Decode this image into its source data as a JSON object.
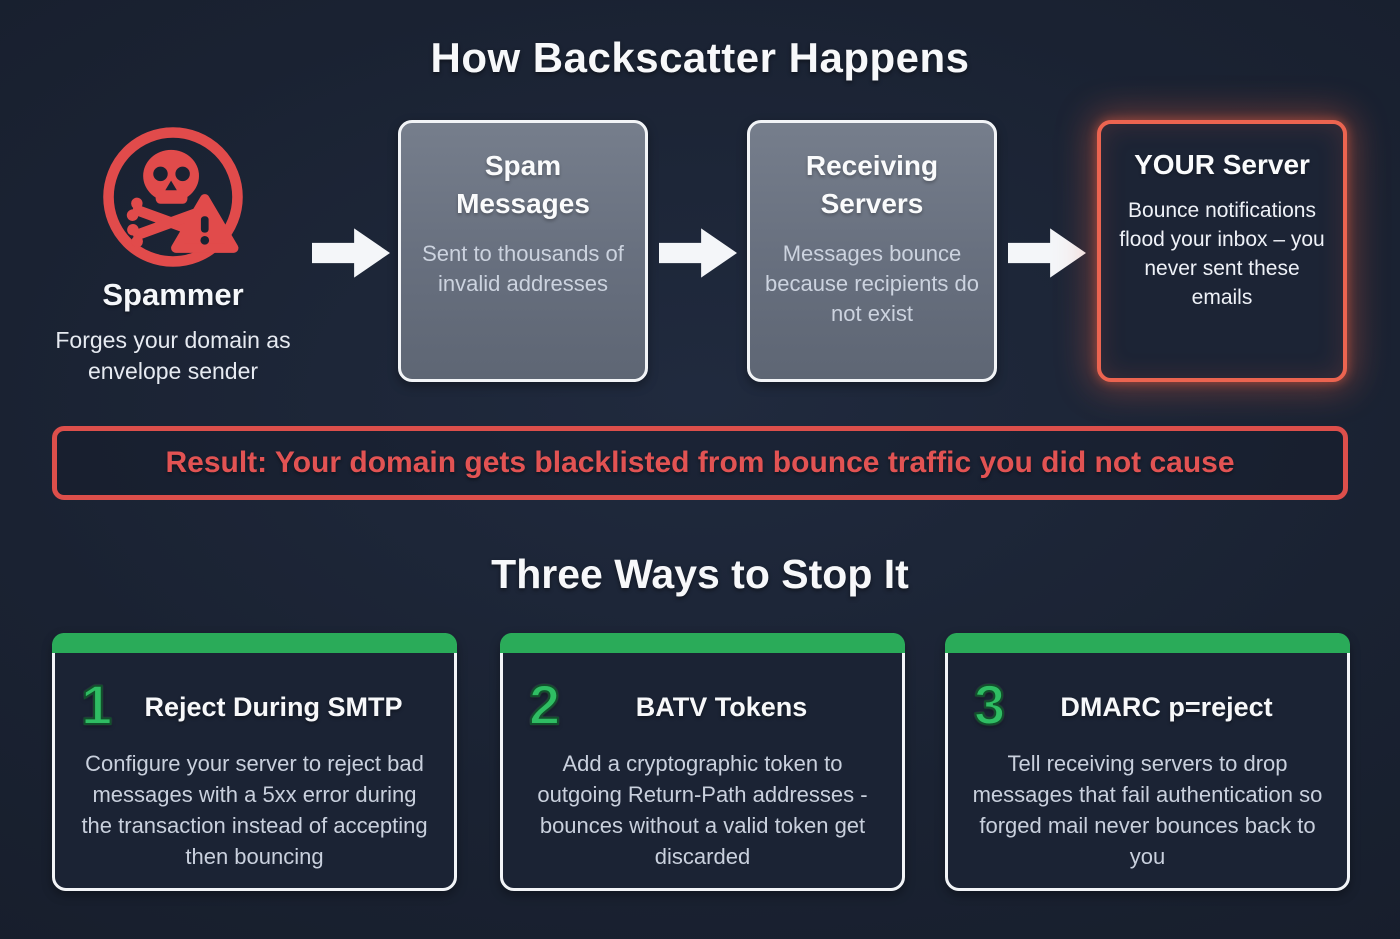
{
  "title": "How Backscatter Happens",
  "flow": {
    "spammer": {
      "label": "Spammer",
      "description": "Forges your domain as envelope sender",
      "icon": "skull-crossbones-warning"
    },
    "steps": [
      {
        "title": "Spam Messages",
        "description": "Sent to thousands of invalid addresses",
        "variant": "gray"
      },
      {
        "title": "Receiving Servers",
        "description": "Messages bounce because recipients do not exist",
        "variant": "gray"
      },
      {
        "title": "YOUR Server",
        "description": "Bounce notifications flood your inbox – you never sent these emails",
        "variant": "alert"
      }
    ]
  },
  "result_banner": "Result: Your domain gets blacklisted from bounce traffic you did not cause",
  "section_title": "Three Ways to Stop It",
  "solutions": [
    {
      "number": "1",
      "title": "Reject During SMTP",
      "description": "Configure your server to reject bad messages with a 5xx error during the transaction instead of accepting then bouncing"
    },
    {
      "number": "2",
      "title": "BATV Tokens",
      "description": "Add a cryptographic token to outgoing Return-Path addresses - bounces without a valid token get discarded"
    },
    {
      "number": "3",
      "title": "DMARC p=reject",
      "description": "Tell receiving servers to drop messages that fail authentication so forged mail never bounces back to you"
    }
  ],
  "colors": {
    "background": "#1a2232",
    "danger_red": "#e14b4b",
    "alert_border": "#ec6450",
    "result_text": "#e25353",
    "success_green": "#2aab59",
    "gray_box": "#6b7382",
    "white": "#f7f8fa"
  }
}
